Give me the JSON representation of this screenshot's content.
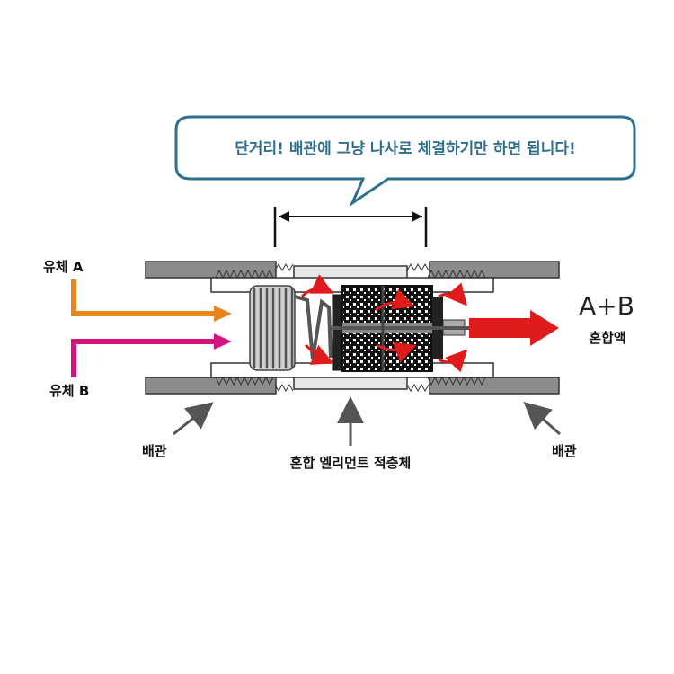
{
  "callout": {
    "text": "단거리! 배관에 그냥 나사로 체결하기만 하면 됩니다!"
  },
  "labels": {
    "fluid_a": "유체 A",
    "fluid_b": "유체 B",
    "pipe_left": "배관",
    "pipe_right": "배관",
    "element_stack": "혼합 엘리먼트 적층체",
    "output_formula": "A+B",
    "output_name": "혼합액"
  },
  "colors": {
    "fluid_a": "#e8851c",
    "fluid_b": "#d6127e",
    "output": "#e01b1b",
    "pipe": "#8c8c8c",
    "callout_border": "#2f6f8e",
    "callout_text": "#2f6f8e"
  }
}
